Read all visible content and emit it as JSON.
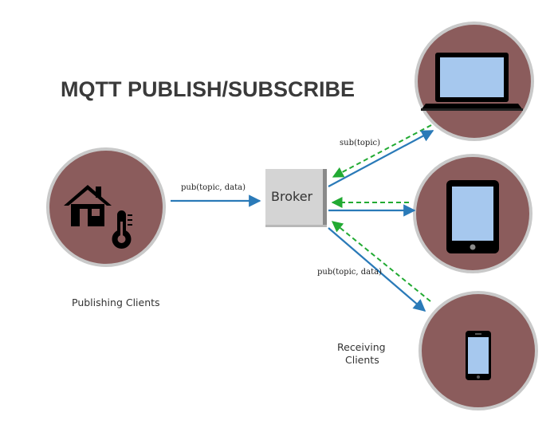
{
  "title": "MQTT PUBLISH/SUBSCRIBE",
  "broker": {
    "label": "Broker"
  },
  "publisher": {
    "label": "Publishing Clients"
  },
  "receivers": {
    "label_line1": "Receiving",
    "label_line2": "Clients"
  },
  "edges": {
    "publish_label": "pub(topic, data)",
    "subscribe_label": "sub(topic)",
    "deliver_label": "pub(topic, data)"
  },
  "colors": {
    "circle": "#8b5c5c",
    "solid_arrow": "#2a7ab8",
    "dashed_arrow": "#22aa33",
    "broker_box": "#d4d4d4",
    "device_screen": "#a6c8ee"
  },
  "icons": {
    "publisher": [
      "house-icon",
      "thermometer-icon"
    ],
    "receivers": [
      "laptop-icon",
      "tablet-icon",
      "smartphone-icon"
    ]
  }
}
